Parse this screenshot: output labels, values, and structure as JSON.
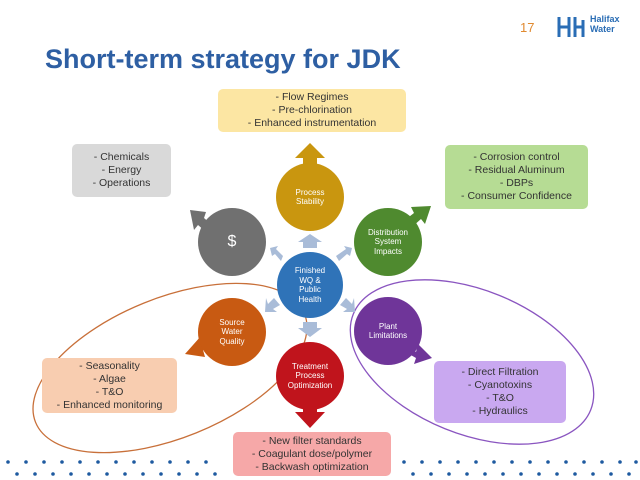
{
  "slide": {
    "title": "Short-term strategy for JDK",
    "number": "17",
    "logo": {
      "line1": "Halifax",
      "line2": "Water"
    }
  },
  "center": {
    "lines": [
      "Finished",
      "WQ &",
      "Public",
      "Health"
    ],
    "color": "#2f73b8"
  },
  "nodes": {
    "process": {
      "lines": [
        "Process",
        "Stability"
      ],
      "color": "#c9960f"
    },
    "distribution": {
      "lines": [
        "Distribution",
        "System",
        "Impacts"
      ],
      "color": "#4f8a2f"
    },
    "plant": {
      "lines": [
        "Plant",
        "Limitations"
      ],
      "color": "#6f3599"
    },
    "treatment": {
      "lines": [
        "Treatment",
        "Process",
        "Optimization"
      ],
      "color": "#c0141c"
    },
    "source": {
      "lines": [
        "Source",
        "Water",
        "Quality"
      ],
      "color": "#c85a12"
    },
    "cost": {
      "lines": [
        "$"
      ],
      "color": "#707070"
    }
  },
  "boxes": {
    "process": {
      "items": [
        "Flow Regimes",
        "Pre-chlorination",
        "Enhanced instrumentation"
      ],
      "color": "#fce6a3"
    },
    "cost": {
      "items": [
        "Chemicals",
        "Energy",
        "Operations"
      ],
      "color": "#d9d9d9"
    },
    "distribution": {
      "items": [
        "Corrosion control",
        "Residual Aluminum",
        "DBPs",
        "Consumer Confidence"
      ],
      "color": "#b6dc94"
    },
    "source": {
      "items": [
        "Seasonality",
        "Algae",
        "T&O",
        "Enhanced monitoring"
      ],
      "color": "#f8cdb0"
    },
    "plant": {
      "items": [
        "Direct Filtration",
        "Cyanotoxins",
        "T&O",
        "Hydraulics"
      ],
      "color": "#c9a8f0"
    },
    "treatment": {
      "items": [
        "New filter standards",
        "Coagulant dose/polymer",
        "Backwash optimization"
      ],
      "color": "#f6a8a8"
    }
  },
  "colors": {
    "title": "#2e5fa3",
    "connector_arrow": "#a9bcd8",
    "source_ellipse": "#c8703a",
    "plant_ellipse": "#8a55c0"
  }
}
